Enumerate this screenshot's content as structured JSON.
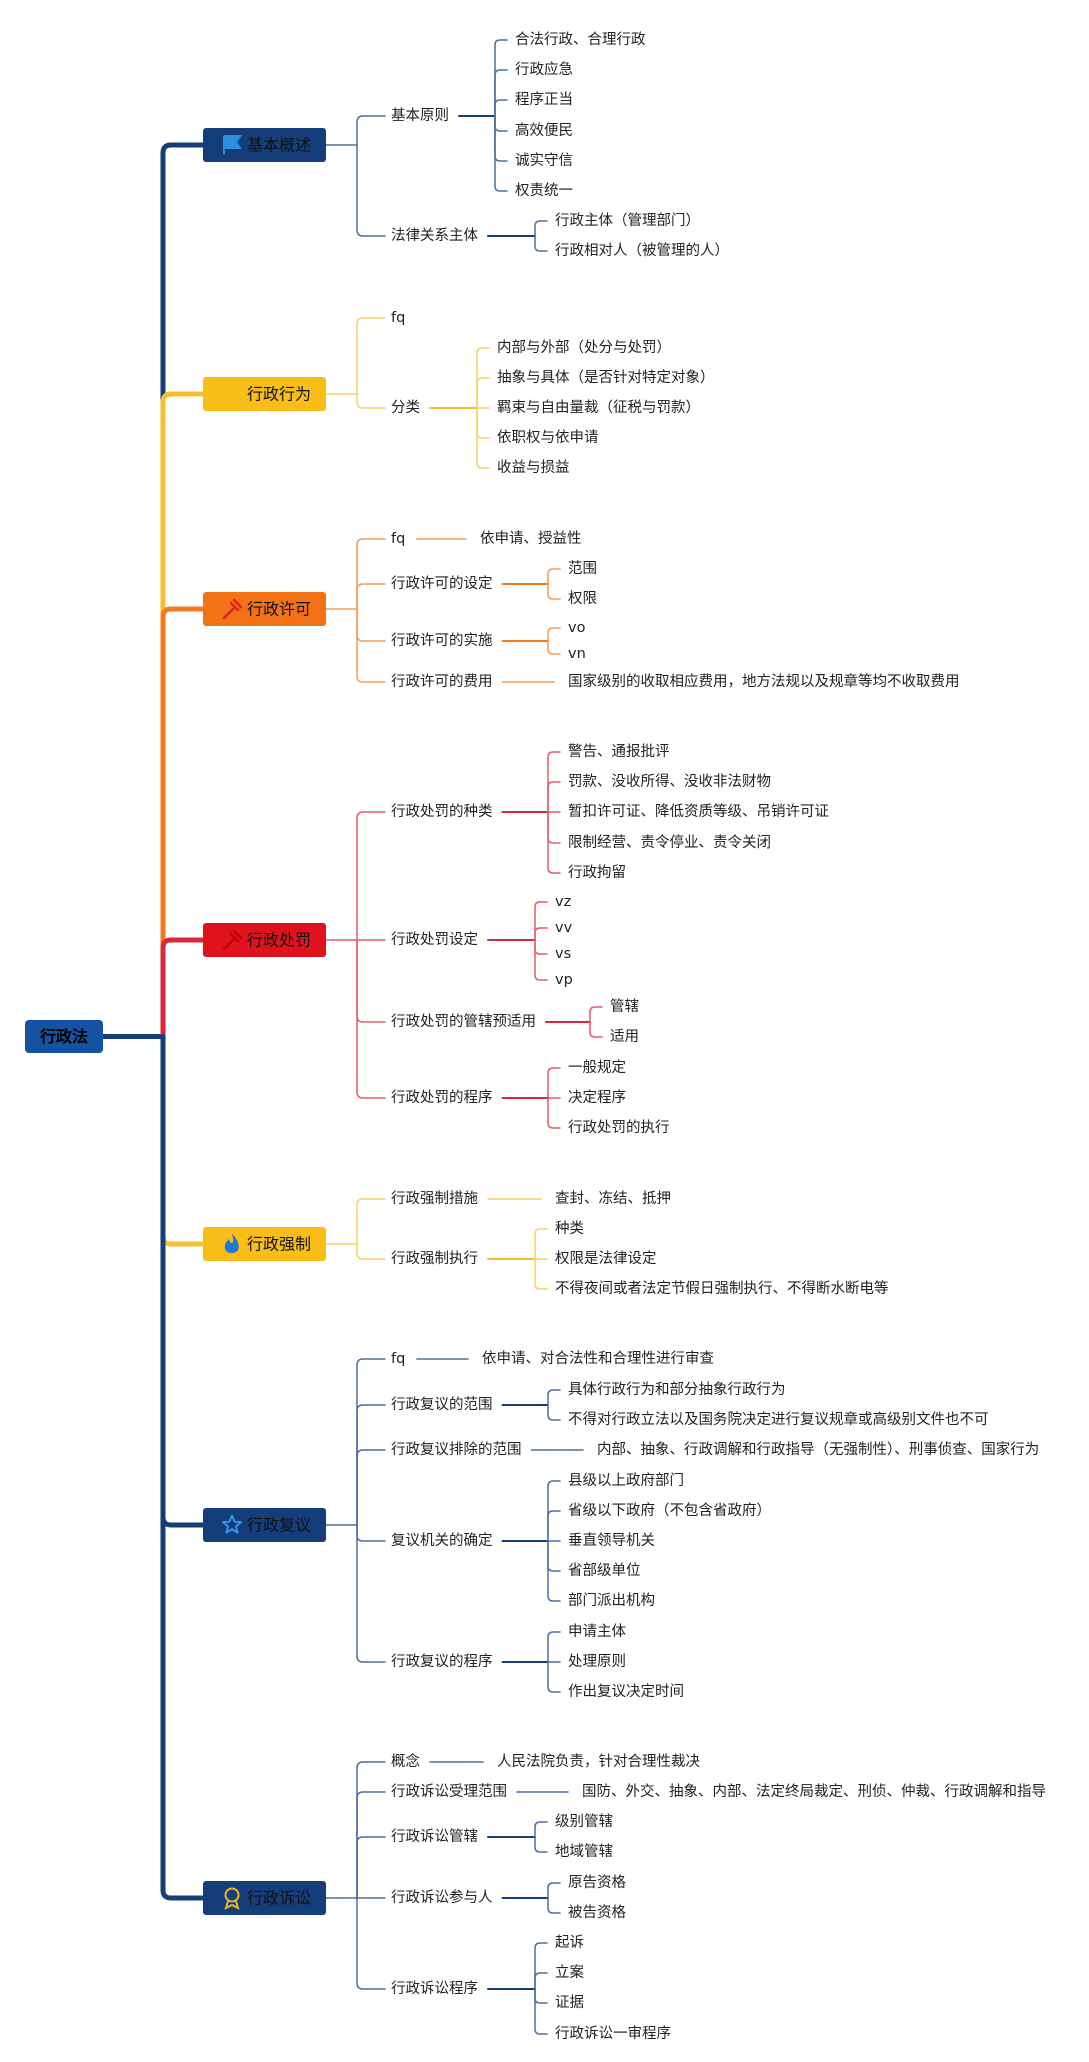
{
  "root": {
    "label": "行政法",
    "color": "#1552a1"
  },
  "branches": [
    {
      "label": "基本概述",
      "color": "#143d7a",
      "box": "#143d7a",
      "icon": "flag-icon",
      "icon_color": "#2b8fe0",
      "children": [
        {
          "label": "基本原则",
          "children": [
            {
              "label": "合法行政、合理行政"
            },
            {
              "label": "行政应急"
            },
            {
              "label": "程序正当"
            },
            {
              "label": "高效便民"
            },
            {
              "label": "诚实守信"
            },
            {
              "label": "权责统一"
            }
          ]
        },
        {
          "label": "法律关系主体",
          "children": [
            {
              "label": "行政主体（管理部门）"
            },
            {
              "label": "行政相对人（被管理的人）"
            }
          ]
        }
      ]
    },
    {
      "label": "行政行为",
      "color": "#f5c030",
      "box": "#f8bd16",
      "icon": "",
      "children": [
        {
          "label": "fq"
        },
        {
          "label": "分类",
          "children": [
            {
              "label": "内部与外部（处分与处罚）"
            },
            {
              "label": "抽象与具体（是否针对特定对象）"
            },
            {
              "label": "羁束与自由量裁（征税与罚款）"
            },
            {
              "label": "依职权与依申请"
            },
            {
              "label": "收益与损益"
            }
          ]
        }
      ]
    },
    {
      "label": "行政许可",
      "color": "#f07a1c",
      "box": "#f47216",
      "icon": "gavel-icon",
      "icon_color": "#e02020",
      "children": [
        {
          "label": "fq",
          "children": [
            {
              "label": "依申请、授益性"
            }
          ]
        },
        {
          "label": "行政许可的设定",
          "children": [
            {
              "label": "范围"
            },
            {
              "label": "权限"
            }
          ]
        },
        {
          "label": "行政许可的实施",
          "children": [
            {
              "label": "vo"
            },
            {
              "label": "vn"
            }
          ]
        },
        {
          "label": "行政许可的费用",
          "children": [
            {
              "label": "国家级别的收取相应费用，地方法规以及规章等均不收取费用"
            }
          ]
        }
      ]
    },
    {
      "label": "行政处罚",
      "color": "#d8263a",
      "box": "#e0121e",
      "icon": "gavel-icon",
      "icon_color": "#c00000",
      "children": [
        {
          "label": "行政处罚的种类",
          "children": [
            {
              "label": "警告、通报批评"
            },
            {
              "label": "罚款、没收所得、没收非法财物"
            },
            {
              "label": "暂扣许可证、降低资质等级、吊销许可证"
            },
            {
              "label": "限制经营、责令停业、责令关闭"
            },
            {
              "label": "行政拘留"
            }
          ]
        },
        {
          "label": "行政处罚设定",
          "children": [
            {
              "label": "vz"
            },
            {
              "label": "vv"
            },
            {
              "label": "vs"
            },
            {
              "label": "vp"
            }
          ]
        },
        {
          "label": "行政处罚的管辖预适用",
          "children": [
            {
              "label": "管辖"
            },
            {
              "label": "适用"
            }
          ]
        },
        {
          "label": "行政处罚的程序",
          "children": [
            {
              "label": "一般规定"
            },
            {
              "label": "决定程序"
            },
            {
              "label": "行政处罚的执行"
            }
          ]
        }
      ]
    },
    {
      "label": "行政强制",
      "color": "#f5c030",
      "box": "#f8bd16",
      "icon": "fire-icon",
      "icon_color": "#1e78d8",
      "children": [
        {
          "label": "行政强制措施",
          "children": [
            {
              "label": "查封、冻结、抵押"
            }
          ]
        },
        {
          "label": "行政强制执行",
          "children": [
            {
              "label": "种类"
            },
            {
              "label": "权限是法律设定"
            },
            {
              "label": "不得夜间或者法定节假日强制执行、不得断水断电等"
            }
          ]
        }
      ]
    },
    {
      "label": "行政复议",
      "color": "#143d7a",
      "box": "#143d7a",
      "icon": "star-icon",
      "icon_color": "#3c9cf0",
      "children": [
        {
          "label": "fq",
          "children": [
            {
              "label": "依申请、对合法性和合理性进行审查"
            }
          ]
        },
        {
          "label": "行政复议的范围",
          "children": [
            {
              "label": "具体行政行为和部分抽象行政行为"
            },
            {
              "label": "不得对行政立法以及国务院决定进行复议规章或高级别文件也不可"
            }
          ]
        },
        {
          "label": "行政复议排除的范围",
          "children": [
            {
              "label": "内部、抽象、行政调解和行政指导（无强制性）、刑事侦查、国家行为"
            }
          ]
        },
        {
          "label": "复议机关的确定",
          "children": [
            {
              "label": "县级以上政府部门"
            },
            {
              "label": "省级以下政府（不包含省政府）"
            },
            {
              "label": "垂直领导机关"
            },
            {
              "label": "省部级单位"
            },
            {
              "label": "部门派出机构"
            }
          ]
        },
        {
          "label": "行政复议的程序",
          "children": [
            {
              "label": "申请主体"
            },
            {
              "label": "处理原则"
            },
            {
              "label": "作出复议决定时间"
            }
          ]
        }
      ]
    },
    {
      "label": "行政诉讼",
      "color": "#143d7a",
      "box": "#143d7a",
      "icon": "award-icon",
      "icon_color": "#f0b820",
      "children": [
        {
          "label": "概念",
          "children": [
            {
              "label": "人民法院负责，针对合理性裁决"
            }
          ]
        },
        {
          "label": "行政诉讼受理范围",
          "children": [
            {
              "label": "国防、外交、抽象、内部、法定终局裁定、刑侦、仲裁、行政调解和指导"
            }
          ]
        },
        {
          "label": "行政诉讼管辖",
          "children": [
            {
              "label": "级别管辖"
            },
            {
              "label": "地域管辖"
            }
          ]
        },
        {
          "label": "行政诉讼参与人",
          "children": [
            {
              "label": "原告资格"
            },
            {
              "label": "被告资格"
            }
          ]
        },
        {
          "label": "行政诉讼程序",
          "children": [
            {
              "label": "起诉"
            },
            {
              "label": "立案"
            },
            {
              "label": "证据"
            },
            {
              "label": "行政诉讼一审程序"
            }
          ]
        }
      ]
    }
  ]
}
